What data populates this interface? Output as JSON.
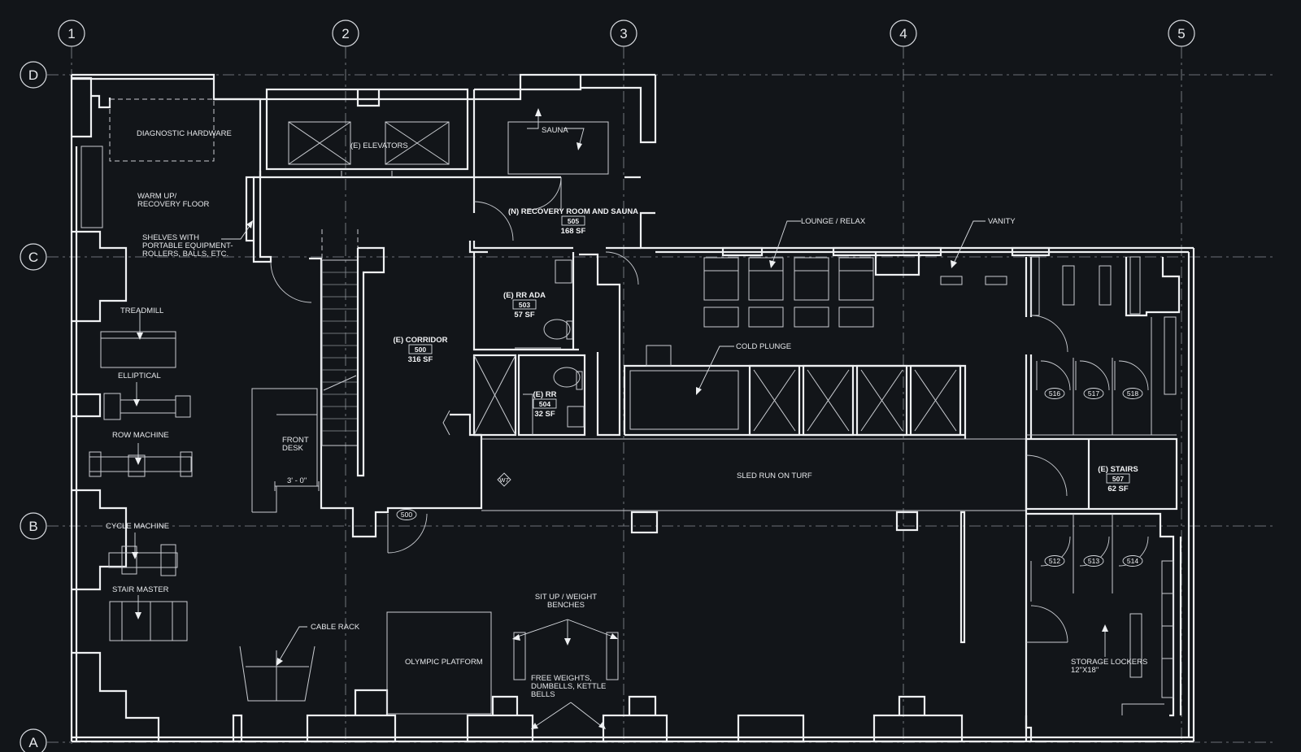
{
  "grid": {
    "columns": [
      "1",
      "2",
      "3",
      "4",
      "5"
    ],
    "rows": [
      "D",
      "C",
      "B",
      "A"
    ]
  },
  "labels": {
    "diagnostic_hardware": "DIAGNOSTIC HARDWARE",
    "elevators": "(E) ELEVATORS",
    "sauna": "SAUNA",
    "warmup_1": "WARM UP/",
    "warmup_2": "RECOVERY FLOOR",
    "shelves_1": "SHELVES WITH",
    "shelves_2": "PORTABLE EQUIPMENT-",
    "shelves_3": "ROLLERS, BALLS, ETC.",
    "treadmill": "TREADMILL",
    "elliptical": "ELLIPTICAL",
    "row_machine": "ROW MACHINE",
    "cycle_machine": "CYCLE MACHINE",
    "stair_master": "STAIR MASTER",
    "cable_rack": "CABLE RACK",
    "olympic_platform": "OLYMPIC PLATFORM",
    "front_desk_1": "FRONT",
    "front_desk_2": "DESK",
    "dimension": "3' - 0\"",
    "lounge": "LOUNGE / RELAX",
    "vanity": "VANITY",
    "cold_plunge": "COLD PLUNGE",
    "sled_run": "SLED RUN ON TURF",
    "sit_up_1": "SIT UP / WEIGHT",
    "sit_up_2": "BENCHES",
    "free_weights_1": "FREE WEIGHTS,",
    "free_weights_2": "DUMBELLS, KETTLE",
    "free_weights_3": "BELLS",
    "storage_1": "STORAGE LOCKERS",
    "storage_2": "12\"X18\"",
    "window_tag": "W7"
  },
  "rooms": {
    "recovery": {
      "name": "(N) RECOVERY ROOM AND SAUNA",
      "number": "505",
      "area": "168 SF"
    },
    "rr_ada": {
      "name": "(E) RR ADA",
      "number": "503",
      "area": "57 SF"
    },
    "corridor": {
      "name": "(E) CORRIDOR",
      "number": "500",
      "area": "316 SF"
    },
    "rr": {
      "name": "(E) RR",
      "number": "504",
      "area": "32 SF"
    },
    "stairs": {
      "name": "(E) STAIRS",
      "number": "507",
      "area": "62 SF"
    }
  },
  "door_tags": {
    "d500": "500",
    "d512": "512",
    "d513": "513",
    "d514": "514",
    "d516": "516",
    "d517": "517",
    "d518": "518"
  },
  "colors": {
    "background": "#121519",
    "linework": "#eef0f2",
    "text": "#e6e8eb"
  }
}
